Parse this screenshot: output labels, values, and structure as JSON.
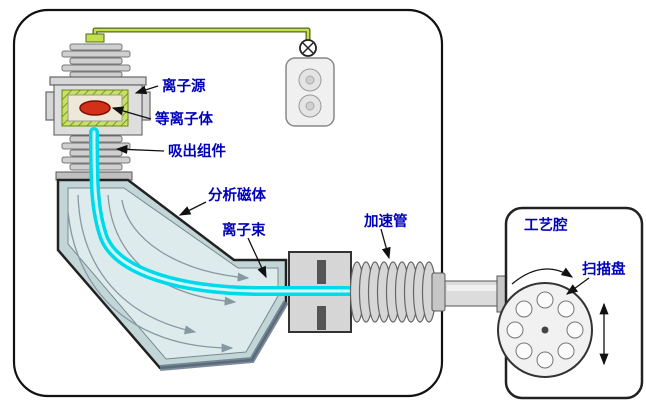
{
  "labels": {
    "ion_source": "离子源",
    "plasma": "等离子体",
    "extraction_assembly": "吸出组件",
    "analysis_magnet": "分析磁体",
    "ion_beam": "离子束",
    "acceleration_tube": "加速管",
    "process_chamber": "工艺腔",
    "scan_disk": "扫描盘"
  },
  "colors": {
    "label_text": "#0000BB",
    "beam": "#00D9EA",
    "beam_core": "#CFFAFF",
    "wire_outline": "#55691A",
    "wire_core": "#C4E050",
    "magnet_fill": "#C2D6D8",
    "magnet_inner": "#DDEBEC",
    "plasma": "#D23018"
  }
}
